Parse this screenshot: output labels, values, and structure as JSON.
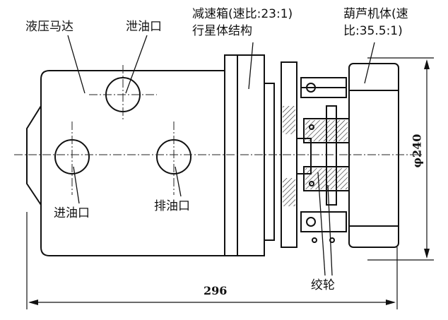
{
  "labels": {
    "hydraulic_motor": "液压马达",
    "drain_port": "泄油口",
    "reducer_line1": "减速箱(速比:23:1)",
    "reducer_line2": "行星体结构",
    "winch_body_line1": "葫芦机体(速",
    "winch_body_line2": "比:35.5:1)",
    "inlet_port": "进油口",
    "outlet_port": "排油口",
    "sprocket": "绞轮"
  },
  "dimensions": {
    "overall_length": "296",
    "body_diameter": "φ240"
  }
}
